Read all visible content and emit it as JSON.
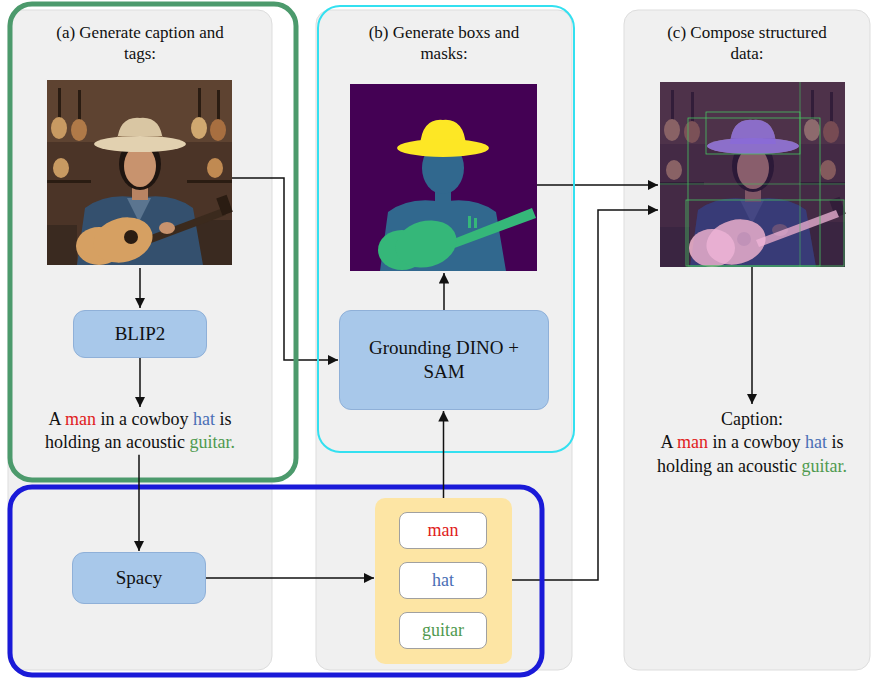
{
  "diagram": {
    "nodes": [
      {
        "text": [
          "(a) Generate caption and tags:"
        ]
      },
      {
        "text": [
          "BLIP2"
        ],
        "in": 0
      },
      {
        "text": [
          "A man in a cowboy hat is holding an acoustic guitar."
        ],
        "in": 0
      },
      {
        "text": [
          "Spacy"
        ],
        "in": 0
      },
      {
        "text": [
          "(b) Generate boxs and masks:"
        ]
      },
      {
        "text": [
          "Grounding DINO + SAM"
        ],
        "in": 4
      },
      {
        "text": [],
        "in": 4
      },
      {
        "text": [
          "man"
        ],
        "in": 6
      },
      {
        "text": [
          "hat"
        ],
        "in": 6
      },
      {
        "text": [
          "guitar"
        ],
        "in": 6
      },
      {
        "text": [
          "(c) Compose structured data:"
        ]
      },
      {
        "text": [
          "Caption: A man in a cowboy hat is holding an acoustic guitar."
        ],
        "in": 10
      }
    ],
    "edges": [
      {
        "from": 1,
        "to": 2,
        "arrow": "to"
      },
      {
        "from": 2,
        "to": 3,
        "arrow": "to"
      },
      {
        "from": 3,
        "to": 6,
        "arrow": "to"
      },
      {
        "from": 6,
        "to": 5,
        "arrow": "to"
      }
    ]
  }
}
